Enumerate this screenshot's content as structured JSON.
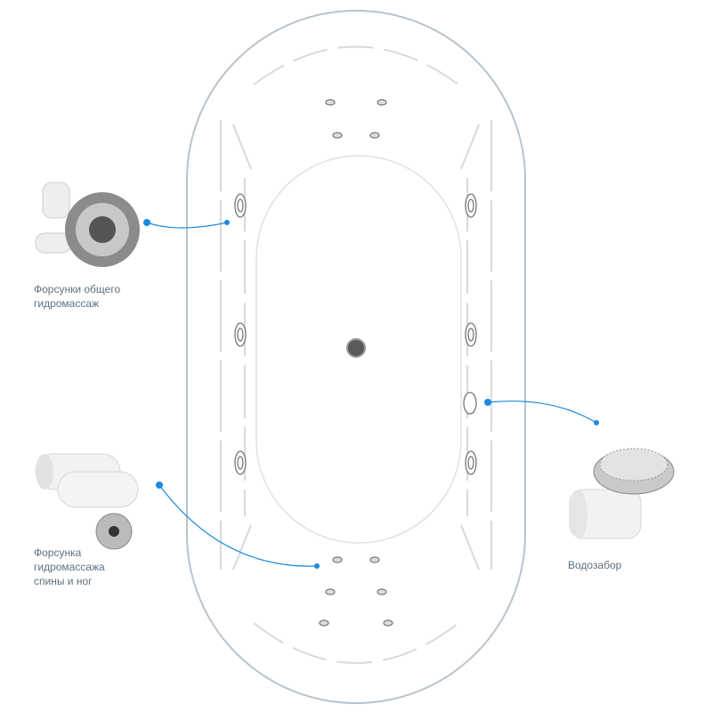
{
  "labels": {
    "general_jets": "Форсунки общего\nгидромассаж",
    "back_leg_jet": "Форсунка\nгидромассажа\nспины и ног",
    "water_intake": "Водозабор"
  },
  "colors": {
    "accent": "#1a8ae0",
    "tub_outline": "#b9c3cc",
    "text": "#5d707f"
  }
}
